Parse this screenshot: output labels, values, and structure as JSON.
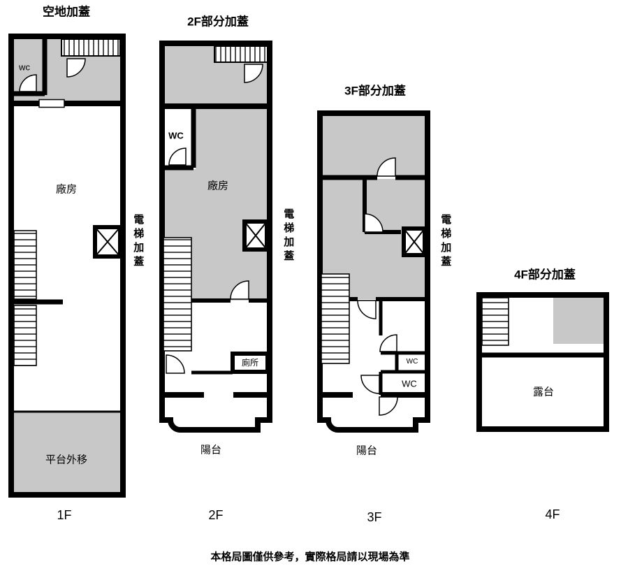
{
  "page": {
    "footer_disclaimer": "本格局圖僅供參考，實際格局請以現場為準"
  },
  "colors": {
    "wall": "#000000",
    "shaded_area": "#c8c8c8",
    "background": "#ffffff"
  },
  "floors": [
    {
      "id": "1F",
      "title": "空地加蓋",
      "floor_label": "1F",
      "elevator_label": "電梯加蓋",
      "rooms": {
        "wc": "wc",
        "factory": "廠房",
        "platform": "平台外移"
      }
    },
    {
      "id": "2F",
      "title": "2F部分加蓋",
      "floor_label": "2F",
      "elevator_label": "電梯加蓋",
      "rooms": {
        "wc": "WC",
        "factory": "廠房",
        "toilet": "廁所",
        "balcony": "陽台"
      }
    },
    {
      "id": "3F",
      "title": "3F部分加蓋",
      "floor_label": "3F",
      "elevator_label": "電梯加蓋",
      "rooms": {
        "wc_upper": "WC",
        "wc_lower": "WC",
        "balcony": "陽台"
      }
    },
    {
      "id": "4F",
      "title": "4F部分加蓋",
      "floor_label": "4F",
      "rooms": {
        "terrace": "露台"
      }
    }
  ]
}
